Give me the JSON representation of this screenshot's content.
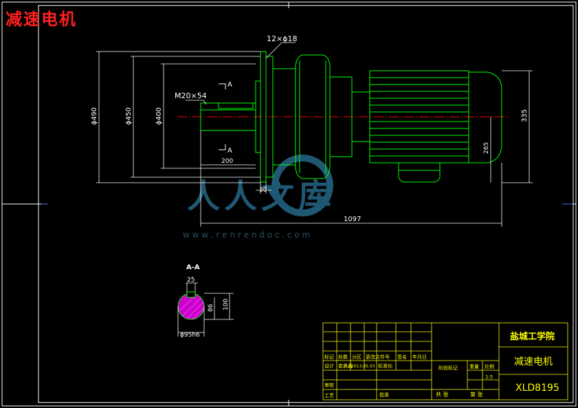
{
  "drawing": {
    "title": "减速电机",
    "colors": {
      "background": "#000000",
      "frame": "#ffffff",
      "outline": "#00ff00",
      "dimension": "#ffffff",
      "dimension_text": "#ffffff",
      "titleblock_lines": "#ffff00",
      "titleblock_text": "#ffff00",
      "centerline": "#ff0000",
      "section_fill": "#cc00cc",
      "watermark": "#3aa0d0",
      "title": "#ff2020"
    },
    "annotations": {
      "bolt_pattern": "12×ϕ18",
      "thread": "M20×54",
      "section_mark": "A",
      "section_view_label": "A-A"
    },
    "dimensions": {
      "d490": "ϕ490",
      "d450": "ϕ450",
      "d400": "ϕ400",
      "len200": "200",
      "len30": "30",
      "len1097": "1097",
      "h335": "335",
      "h265": "265",
      "key25": "25",
      "h100": "100",
      "h86": "86",
      "shaft": "ϕ95h6"
    },
    "watermark": {
      "text": "人人文库",
      "url": "w w w . r e n r e n d o c . c o m"
    },
    "title_block": {
      "school": "盐城工学院",
      "name": "减速电机",
      "code": "XLD8195",
      "scale": "1:5",
      "headers": [
        "标记",
        "处数",
        "分区",
        "更改文件号",
        "签名",
        "年月日"
      ],
      "row_design": [
        "设计",
        "崔晨鑫",
        "2013.05.03",
        "标准化"
      ],
      "stage_mark": "阶段标记",
      "weight": "重量",
      "ratio": "比例",
      "review": "审核",
      "process": "工艺",
      "approve": "批准",
      "total": "共 张",
      "sheet": "第 张"
    }
  }
}
